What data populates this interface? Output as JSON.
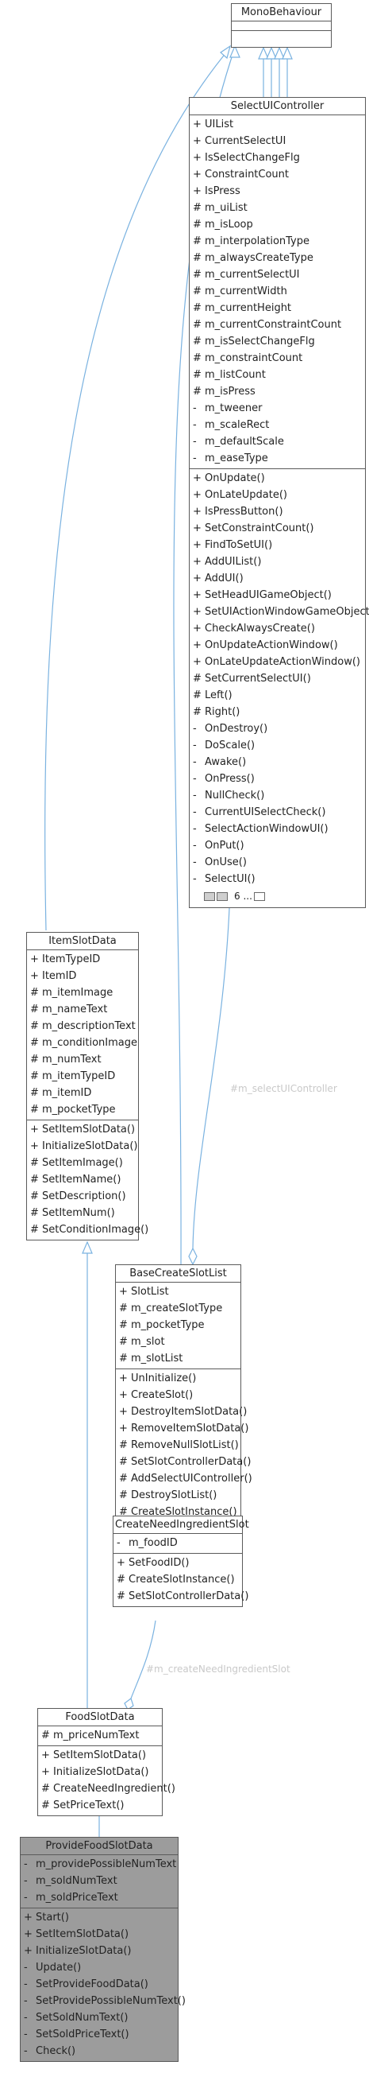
{
  "colors": {
    "edge": "#7ab2e0",
    "box_border": "#5a5a5a",
    "highlight_fill": "#9c9c9c",
    "edge_label": "#c9c9c9"
  },
  "classes": {
    "monobehaviour": {
      "name": "MonoBehaviour",
      "attributes": [],
      "methods": []
    },
    "select_ui_controller": {
      "name": "SelectUIController",
      "attributes": [
        {
          "vis": "+",
          "text": "UIList"
        },
        {
          "vis": "+",
          "text": "CurrentSelectUI"
        },
        {
          "vis": "+",
          "text": "IsSelectChangeFlg"
        },
        {
          "vis": "+",
          "text": "ConstraintCount"
        },
        {
          "vis": "+",
          "text": "IsPress"
        },
        {
          "vis": "#",
          "text": "m_uiList"
        },
        {
          "vis": "#",
          "text": "m_isLoop"
        },
        {
          "vis": "#",
          "text": "m_interpolationType"
        },
        {
          "vis": "#",
          "text": "m_alwaysCreateType"
        },
        {
          "vis": "#",
          "text": "m_currentSelectUI"
        },
        {
          "vis": "#",
          "text": "m_currentWidth"
        },
        {
          "vis": "#",
          "text": "m_currentHeight"
        },
        {
          "vis": "#",
          "text": "m_currentConstraintCount"
        },
        {
          "vis": "#",
          "text": "m_isSelectChangeFlg"
        },
        {
          "vis": "#",
          "text": "m_constraintCount"
        },
        {
          "vis": "#",
          "text": "m_listCount"
        },
        {
          "vis": "#",
          "text": "m_isPress"
        },
        {
          "vis": "-",
          "text": "m_tweener"
        },
        {
          "vis": "-",
          "text": "m_scaleRect"
        },
        {
          "vis": "-",
          "text": "m_defaultScale"
        },
        {
          "vis": "-",
          "text": "m_easeType"
        }
      ],
      "methods": [
        {
          "vis": "+",
          "text": "OnUpdate()"
        },
        {
          "vis": "+",
          "text": "OnLateUpdate()"
        },
        {
          "vis": "+",
          "text": "IsPressButton()"
        },
        {
          "vis": "+",
          "text": "SetConstraintCount()"
        },
        {
          "vis": "+",
          "text": "FindToSetUI()"
        },
        {
          "vis": "+",
          "text": "AddUIList()"
        },
        {
          "vis": "+",
          "text": "AddUI()"
        },
        {
          "vis": "+",
          "text": "SetHeadUIGameObject()"
        },
        {
          "vis": "+",
          "text": "SetUIActionWindowGameObject()"
        },
        {
          "vis": "+",
          "text": "CheckAlwaysCreate()"
        },
        {
          "vis": "+",
          "text": "OnUpdateActionWindow()"
        },
        {
          "vis": "+",
          "text": "OnLateUpdateActionWindow()"
        },
        {
          "vis": "#",
          "text": "SetCurrentSelectUI()"
        },
        {
          "vis": "#",
          "text": "Left()"
        },
        {
          "vis": "#",
          "text": "Right()"
        },
        {
          "vis": "-",
          "text": "OnDestroy()"
        },
        {
          "vis": "-",
          "text": "DoScale()"
        },
        {
          "vis": "-",
          "text": "Awake()"
        },
        {
          "vis": "-",
          "text": "OnPress()"
        },
        {
          "vis": "-",
          "text": "NullCheck()"
        },
        {
          "vis": "-",
          "text": "CurrentUISelectCheck()"
        },
        {
          "vis": "-",
          "text": "SelectActionWindowUI()"
        },
        {
          "vis": "-",
          "text": "OnPut()"
        },
        {
          "vis": "-",
          "text": "OnUse()"
        },
        {
          "vis": "-",
          "text": "SelectUI()"
        }
      ],
      "more_label": "6 ..."
    },
    "item_slot_data": {
      "name": "ItemSlotData",
      "attributes": [
        {
          "vis": "+",
          "text": "ItemTypeID"
        },
        {
          "vis": "+",
          "text": "ItemID"
        },
        {
          "vis": "#",
          "text": "m_itemImage"
        },
        {
          "vis": "#",
          "text": "m_nameText"
        },
        {
          "vis": "#",
          "text": "m_descriptionText"
        },
        {
          "vis": "#",
          "text": "m_conditionImage"
        },
        {
          "vis": "#",
          "text": "m_numText"
        },
        {
          "vis": "#",
          "text": "m_itemTypeID"
        },
        {
          "vis": "#",
          "text": "m_itemID"
        },
        {
          "vis": "#",
          "text": "m_pocketType"
        }
      ],
      "methods": [
        {
          "vis": "+",
          "text": "SetItemSlotData()"
        },
        {
          "vis": "+",
          "text": "InitializeSlotData()"
        },
        {
          "vis": "#",
          "text": "SetItemImage()"
        },
        {
          "vis": "#",
          "text": "SetItemName()"
        },
        {
          "vis": "#",
          "text": "SetDescription()"
        },
        {
          "vis": "#",
          "text": "SetItemNum()"
        },
        {
          "vis": "#",
          "text": "SetConditionImage()"
        }
      ]
    },
    "base_create_slot_list": {
      "name": "BaseCreateSlotList",
      "attributes": [
        {
          "vis": "+",
          "text": "SlotList"
        },
        {
          "vis": "#",
          "text": "m_createSlotType"
        },
        {
          "vis": "#",
          "text": "m_pocketType"
        },
        {
          "vis": "#",
          "text": "m_slot"
        },
        {
          "vis": "#",
          "text": "m_slotList"
        }
      ],
      "methods": [
        {
          "vis": "+",
          "text": "UnInitialize()"
        },
        {
          "vis": "+",
          "text": "CreateSlot()"
        },
        {
          "vis": "+",
          "text": "DestroyItemSlotData()"
        },
        {
          "vis": "+",
          "text": "RemoveItemSlotData()"
        },
        {
          "vis": "#",
          "text": "RemoveNullSlotList()"
        },
        {
          "vis": "#",
          "text": "SetSlotControllerData()"
        },
        {
          "vis": "#",
          "text": "AddSelectUIController()"
        },
        {
          "vis": "#",
          "text": "DestroySlotList()"
        },
        {
          "vis": "#",
          "text": "CreateSlotInstance()"
        }
      ]
    },
    "create_need_ingredient_slot": {
      "name": "CreateNeedIngredientSlot",
      "attributes": [
        {
          "vis": "-",
          "text": "m_foodID"
        }
      ],
      "methods": [
        {
          "vis": "+",
          "text": "SetFoodID()"
        },
        {
          "vis": "#",
          "text": "CreateSlotInstance()"
        },
        {
          "vis": "#",
          "text": "SetSlotControllerData()"
        }
      ]
    },
    "food_slot_data": {
      "name": "FoodSlotData",
      "attributes": [
        {
          "vis": "#",
          "text": "m_priceNumText"
        }
      ],
      "methods": [
        {
          "vis": "+",
          "text": "SetItemSlotData()"
        },
        {
          "vis": "+",
          "text": "InitializeSlotData()"
        },
        {
          "vis": "#",
          "text": "CreateNeedIngredient()"
        },
        {
          "vis": "#",
          "text": "SetPriceText()"
        }
      ]
    },
    "provide_food_slot_data": {
      "name": "ProvideFoodSlotData",
      "attributes": [
        {
          "vis": "-",
          "text": "m_providePossibleNumText"
        },
        {
          "vis": "-",
          "text": "m_soldNumText"
        },
        {
          "vis": "-",
          "text": "m_soldPriceText"
        }
      ],
      "methods": [
        {
          "vis": "+",
          "text": "Start()"
        },
        {
          "vis": "+",
          "text": "SetItemSlotData()"
        },
        {
          "vis": "+",
          "text": "InitializeSlotData()"
        },
        {
          "vis": "-",
          "text": "Update()"
        },
        {
          "vis": "-",
          "text": "SetProvideFoodData()"
        },
        {
          "vis": "-",
          "text": "SetProvidePossibleNumText()"
        },
        {
          "vis": "-",
          "text": "SetSoldNumText()"
        },
        {
          "vis": "-",
          "text": "SetSoldPriceText()"
        },
        {
          "vis": "-",
          "text": "Check()"
        }
      ]
    }
  },
  "edge_labels": {
    "select_ui_controller": "#m_selectUIController",
    "create_need_ingredient": "#m_createNeedIngredientSlot"
  }
}
